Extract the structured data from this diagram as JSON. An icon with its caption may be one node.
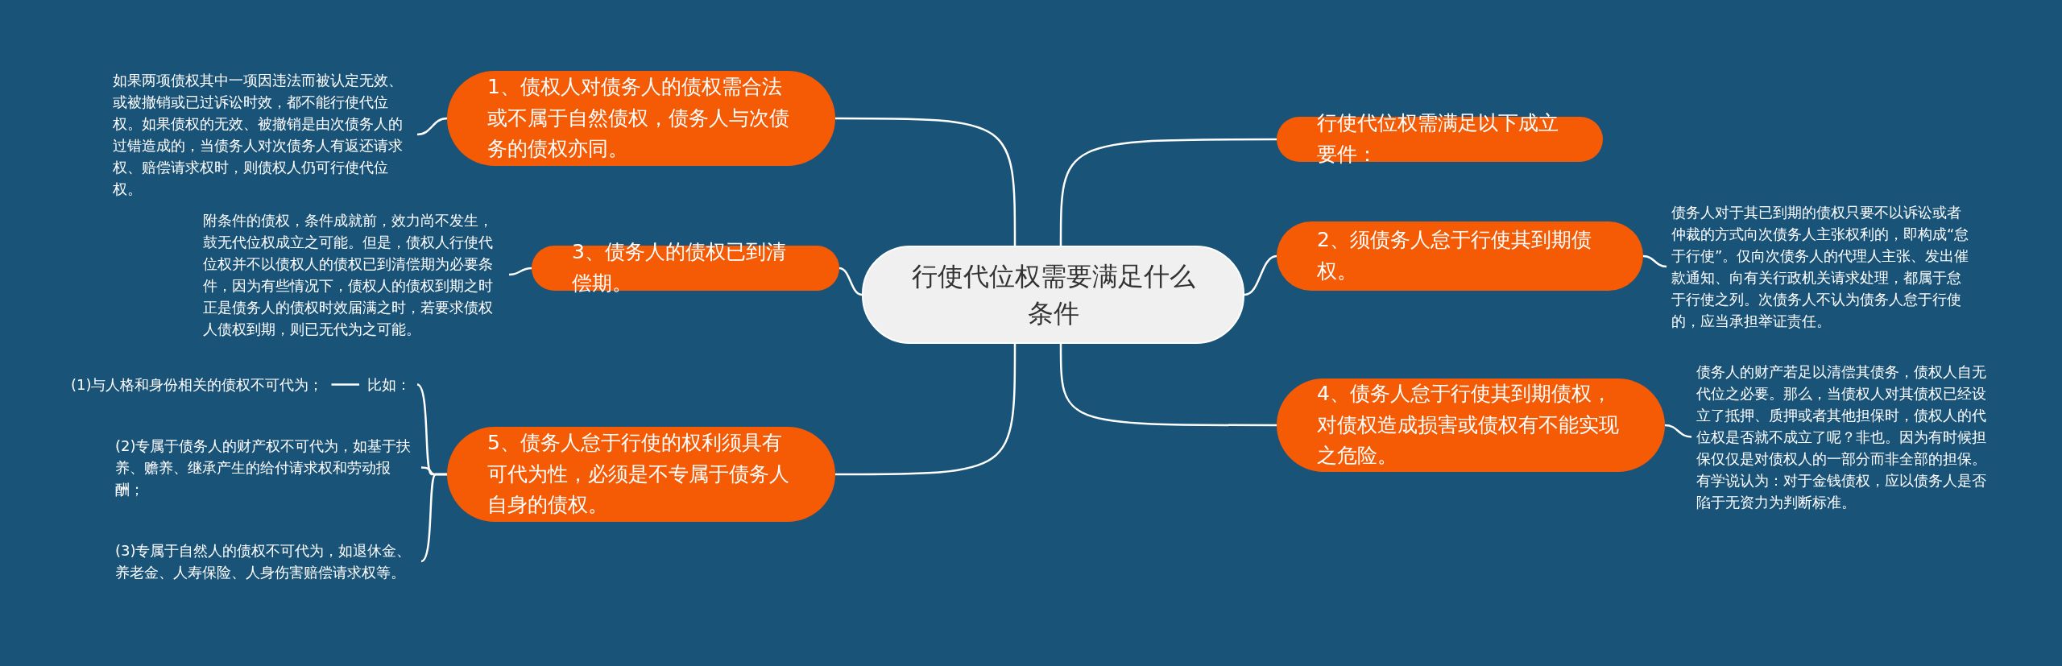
{
  "diagram": {
    "nodes": [
      {
        "text": [
          "行使代位权需要满足什么条件"
        ]
      },
      {
        "text": [
          "1、债权人对债务人的债权需合法或不属于自然债权，债务人与次债务的债权亦同。"
        ]
      },
      {
        "text": [
          "如果两项债权其中一项因违法而被认定无效、或被撤销或已过诉讼时效，都不能行使代位权。如果债权的无效、被撤销是由次债务人的过错造成的，当债务人对次债务人有返还请求权、赔偿请求权时，则债权人仍可行使代位权。"
        ]
      },
      {
        "text": [
          "3、债务人的债权已到清偿期。"
        ]
      },
      {
        "text": [
          "附条件的债权，条件成就前，效力尚不发生，鼓无代位权成立之可能。但是，债权人行使代位权并不以债权人的债权已到清偿期为必要条件，因为有些情况下，债权人的债权到期之时正是债务人的债权时效届满之时，若要求债权人债权到期，则已无代为之可能。"
        ]
      },
      {
        "text": [
          "5、债务人怠于行使的权利须具有可代为性，必须是不专属于债务人自身的债权。"
        ]
      },
      {
        "text": [
          "比如："
        ]
      },
      {
        "text": [
          "(1)与人格和身份相关的债权不可代为；"
        ]
      },
      {
        "text": [
          "(2)专属于债务人的财产权不可代为，如基于扶养、赡养、继承产生的给付请求权和劳动报酬；"
        ]
      },
      {
        "text": [
          "(3)专属于自然人的债权不可代为，如退休金、养老金、人寿保险、人身伤害赔偿请求权等。"
        ]
      },
      {
        "text": [
          "行使代位权需满足以下成立要件："
        ]
      },
      {
        "text": [
          "2、须债务人怠于行使其到期债权。"
        ]
      },
      {
        "text": [
          "债务人对于其已到期的债权只要不以诉讼或者仲裁的方式向次债务人主张权利的，即构成“怠于行使”。仅向次债务人的代理人主张、发出催款通知、向有关行政机关请求处理，都属于怠于行使之列。次债务人不认为债务人怠于行使的，应当承担举证责任。"
        ]
      },
      {
        "text": [
          "4、债务人怠于行使其到期债权，对债权造成损害或债权有不能实现之危险。"
        ]
      },
      {
        "text": [
          "债务人的财产若足以清偿其债务，债权人自无代位之必要。那么，当债权人对其债权已经设立了抵押、质押或者其他担保时，债权人的代位权是否就不成立了呢？非也。因为有时候担保仅仅是对债权人的一部分而非全部的担保。有学说认为：对于金钱债权，应以债务人是否陷于无资力为判断标准。"
        ]
      }
    ],
    "edges": [
      {
        "from": 0,
        "to": 1,
        "arrow": "none"
      },
      {
        "from": 0,
        "to": 3,
        "arrow": "none"
      },
      {
        "from": 0,
        "to": 5,
        "arrow": "none"
      },
      {
        "from": 0,
        "to": 10,
        "arrow": "none"
      },
      {
        "from": 0,
        "to": 11,
        "arrow": "none"
      },
      {
        "from": 0,
        "to": 13,
        "arrow": "none"
      },
      {
        "from": 1,
        "to": 2,
        "arrow": "none"
      },
      {
        "from": 3,
        "to": 4,
        "arrow": "none"
      },
      {
        "from": 5,
        "to": 6,
        "arrow": "none"
      },
      {
        "from": 5,
        "to": 8,
        "arrow": "none"
      },
      {
        "from": 5,
        "to": 9,
        "arrow": "none"
      },
      {
        "from": 6,
        "to": 7,
        "arrow": "none"
      },
      {
        "from": 11,
        "to": 12,
        "arrow": "none"
      },
      {
        "from": 13,
        "to": 14,
        "arrow": "none"
      }
    ]
  }
}
